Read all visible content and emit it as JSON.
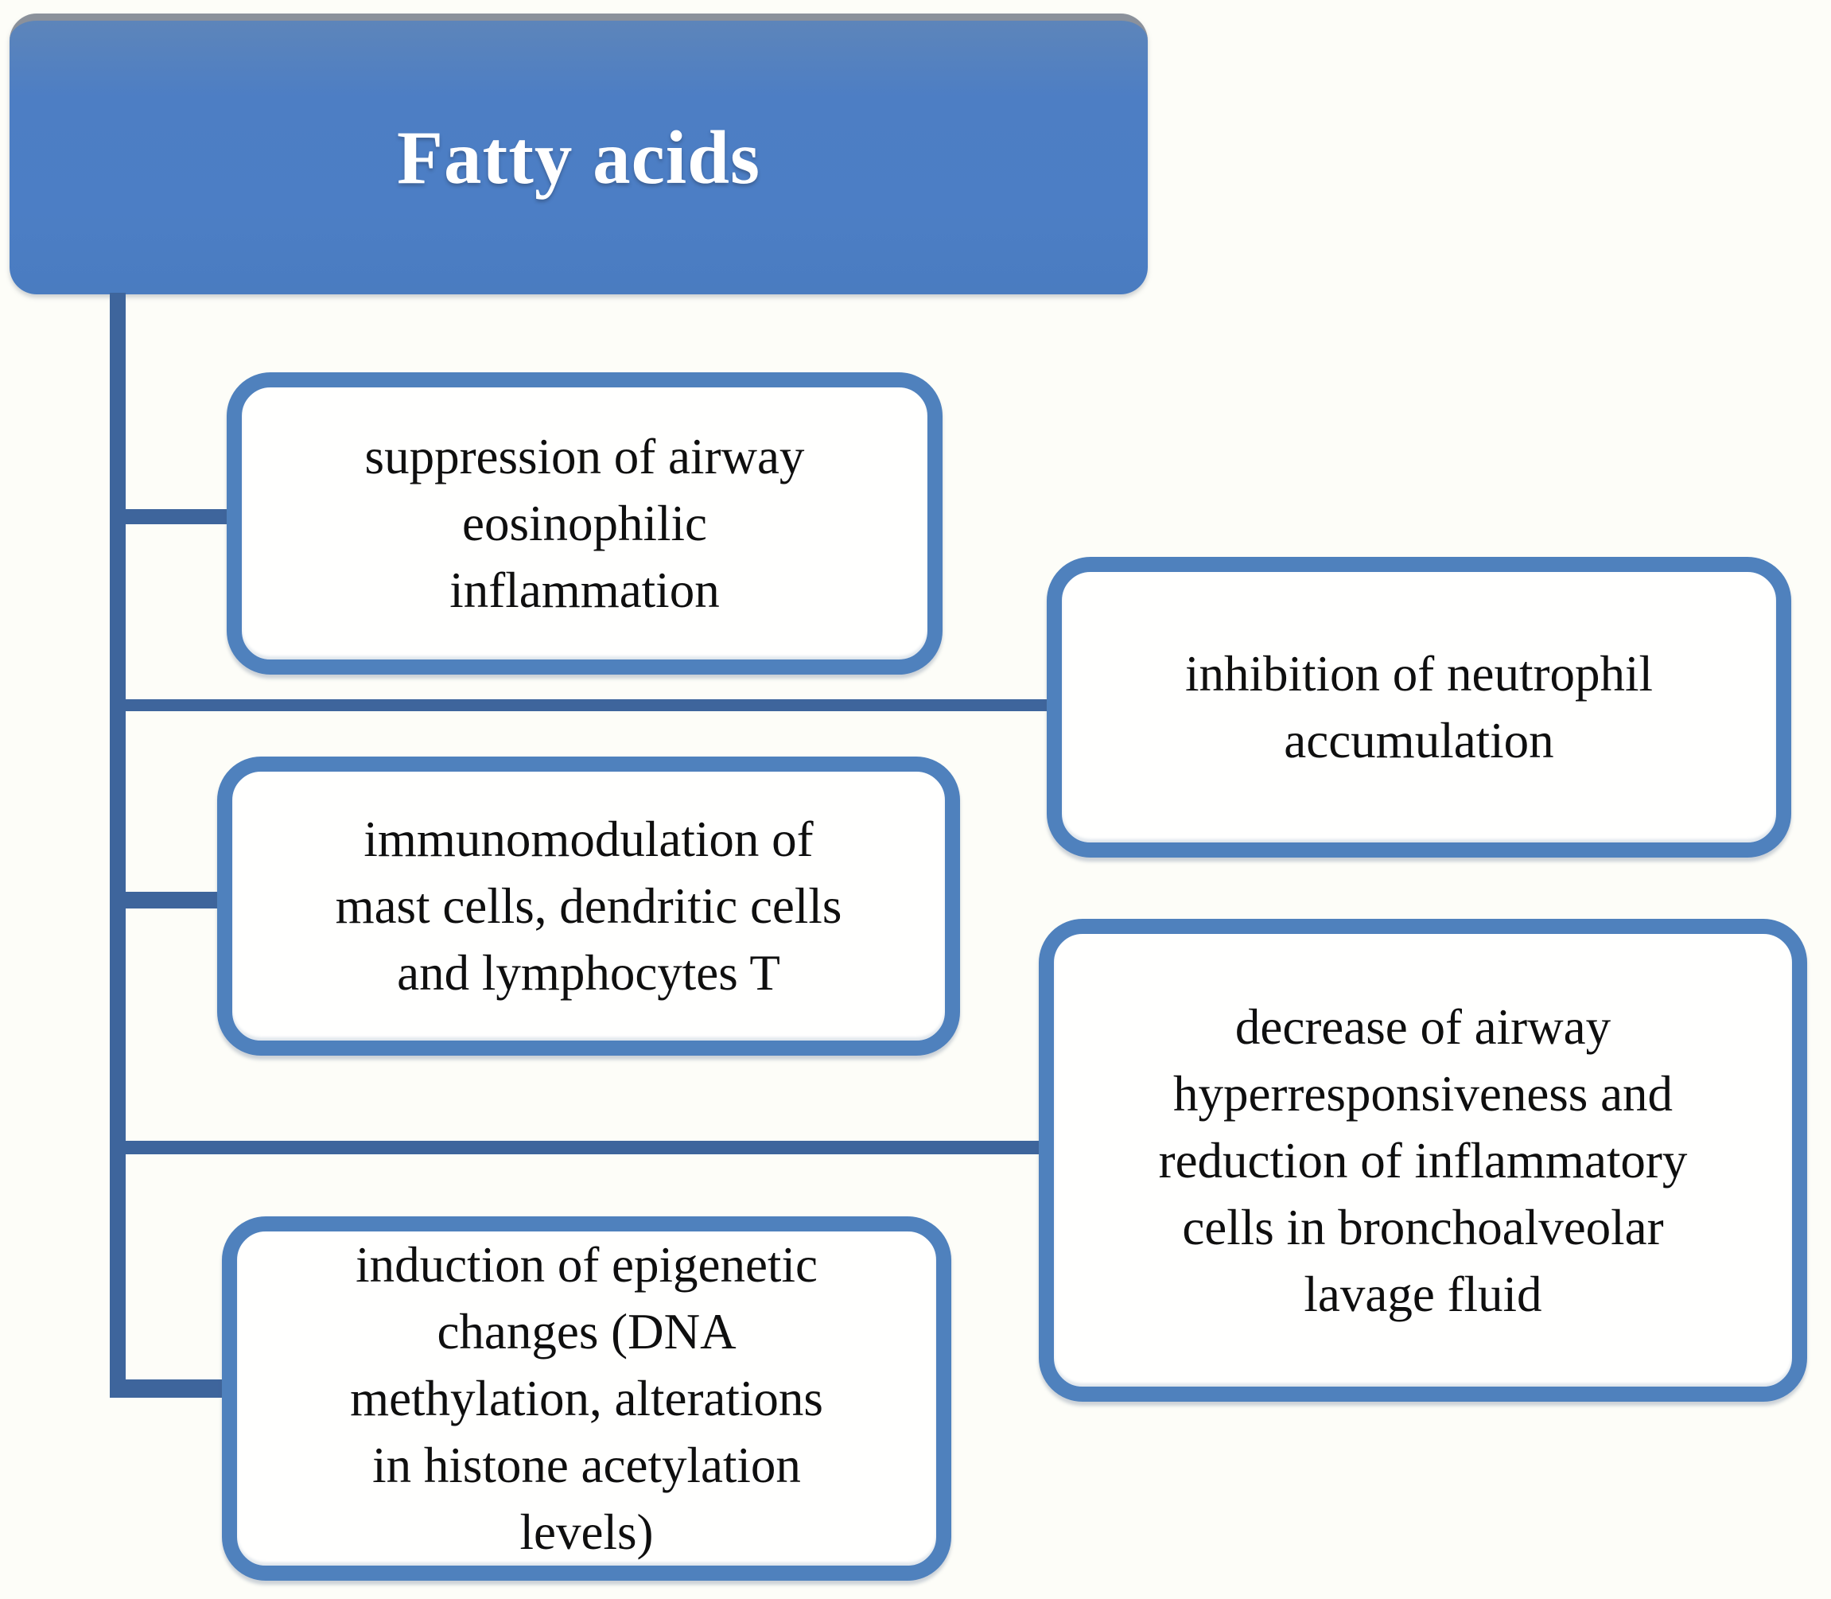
{
  "diagram": {
    "title": {
      "label": "Fatty acids"
    },
    "effects": [
      {
        "id": "eosinophilic-suppression",
        "text": "suppression of airway\neosinophilic\ninflammation"
      },
      {
        "id": "neutrophil-inhibition",
        "text": "inhibition of  neutrophil\naccumulation"
      },
      {
        "id": "immunomodulation",
        "text": "immunomodulation of\nmast cells, dendritic cells\nand lymphocytes T"
      },
      {
        "id": "hyperresponsiveness-decrease",
        "text": "decrease of airway\nhyperresponsiveness and\nreduction  of inflammatory\ncells in bronchoalveolar\nlavage fluid"
      },
      {
        "id": "epigenetic-changes",
        "text": "induction of epigenetic\nchanges (DNA\nmethylation, alterations\nin histone acetylation\nlevels)"
      }
    ],
    "colors": {
      "root_fill": "#4d7ec4",
      "box_border": "#4f81bd",
      "box_fill": "#fffffe",
      "connector": "#3e659c",
      "title_text": "#ffffff",
      "body_text": "#0f0f0f"
    }
  }
}
